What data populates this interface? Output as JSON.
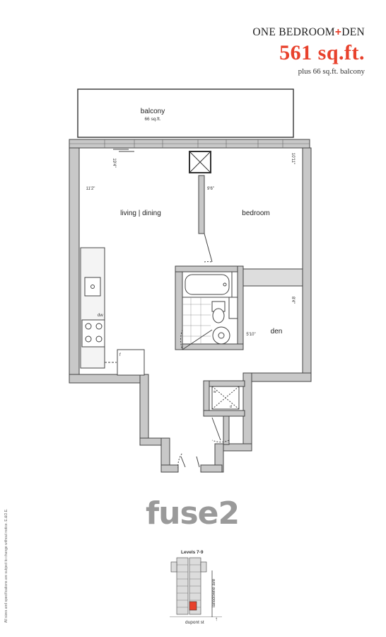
{
  "header": {
    "unit_type_a": "ONE BEDROOM",
    "unit_type_plus": "+",
    "unit_type_b": "DEN",
    "area": "561 sq.ft.",
    "balcony_note": "plus 66 sq.ft. balcony"
  },
  "plan": {
    "balcony_label": "balcony",
    "balcony_area": "66 sq.ft.",
    "living_label": "living | dining",
    "bedroom_label": "bedroom",
    "den_label": "den",
    "dim_living_w": "11'2\"",
    "dim_living_d": "19'4\"",
    "dim_bedroom_w": "9'6\"",
    "dim_bedroom_d": "10'11\"",
    "dim_den_w": "5'10\"",
    "dim_den_d": "8'4\"",
    "dw": "dw",
    "fridge": "f",
    "washer": "w",
    "dryer": "d"
  },
  "brand": {
    "word": "fuse",
    "num": "2"
  },
  "keyplan": {
    "levels": "Levels 7-9",
    "street_1": "dupont st",
    "street_2": "lansdowne ave"
  },
  "disclaimer": "All sizes and specifications are subject to change without notice. E.&O.E."
}
